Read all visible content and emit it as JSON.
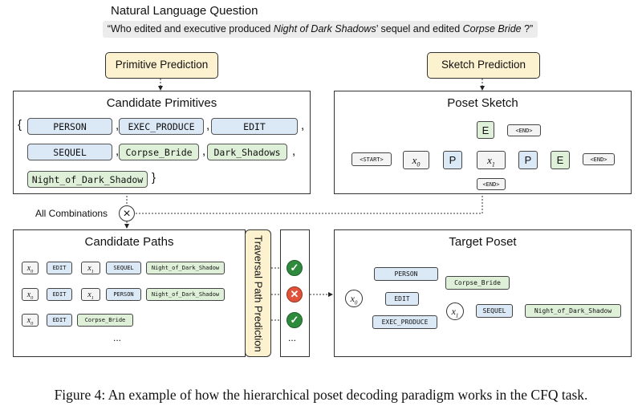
{
  "question": {
    "title": "Natural Language Question",
    "part1": "“Who edited and executive produced ",
    "italic1": "Night of Dark Shadows",
    "part2": "’ sequel and edited ",
    "italic2": "Corpse Bride",
    "part3": " ?”"
  },
  "buttons": {
    "primitive": "Primitive Prediction",
    "sketch": "Sketch Prediction"
  },
  "candidate_primitives": {
    "title": "Candidate Primitives",
    "open": "{",
    "close": "}",
    "comma": ",",
    "row1": [
      "PERSON",
      "EXEC_PRODUCE",
      "EDIT"
    ],
    "row2": [
      "SEQUEL",
      "Corpse_Bride",
      "Dark_Shadows"
    ],
    "row3": [
      "Night_of_Dark_Shadow"
    ]
  },
  "poset_sketch": {
    "title": "Poset Sketch",
    "start": "<START>",
    "end": "<END>",
    "x0": "x",
    "x0sub": "0",
    "x1": "x",
    "x1sub": "1",
    "p": "P",
    "e": "E"
  },
  "combine": {
    "label": "All Combinations",
    "symbol": "⊗"
  },
  "candidate_paths": {
    "title": "Candidate Paths",
    "x": "x",
    "sub0": "0",
    "sub1": "1",
    "row1": [
      "EDIT",
      "SEQUEL",
      "Night_of_Dark_Shadow"
    ],
    "row2": [
      "EDIT",
      "PERSON",
      "Night_of_Dark_Shadow"
    ],
    "row3": [
      "EDIT",
      "Corpse_Bride"
    ],
    "ellipsis": "..."
  },
  "traversal": {
    "label": "Traversal Path Prediction",
    "results": [
      "correct",
      "wrong",
      "correct"
    ],
    "ellipsis": "..."
  },
  "target_poset": {
    "title": "Target Poset",
    "x": "x",
    "sub0": "0",
    "sub1": "1",
    "person": "PERSON",
    "edit": "EDIT",
    "exec": "EXEC_PRODUCE",
    "corpse": "Corpse_Bride",
    "sequel": "SEQUEL",
    "night": "Night_of_Dark_Shadow"
  },
  "caption": "Figure 4:  An example of how the hierarchical poset decoding paradigm works in the CFQ task.",
  "colors": {
    "blue_chip": "#dbe8f6",
    "green_chip": "#dff0d8",
    "yellow": "#fdf2cf",
    "check": "#2e8b3e",
    "cross": "#e0533a"
  }
}
